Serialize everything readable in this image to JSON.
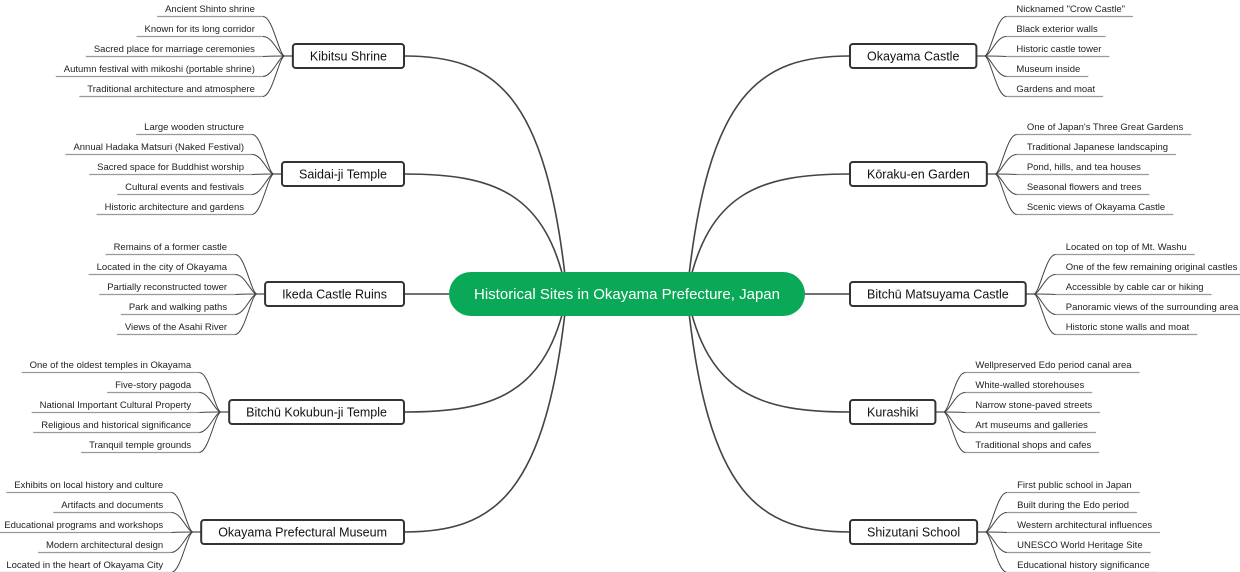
{
  "center": {
    "label": "Historical Sites in Okayama Prefecture, Japan",
    "color": "#0aa957"
  },
  "colors": {
    "line": "#444444",
    "leaf_line": "#999999",
    "box_border": "#333333"
  },
  "left": [
    {
      "label": "Kibitsu Shrine",
      "children": [
        "Ancient Shinto shrine",
        "Known for its long corridor",
        "Sacred place for marriage ceremonies",
        "Autumn festival with mikoshi (portable shrine)",
        "Traditional architecture and atmosphere"
      ]
    },
    {
      "label": "Saidai-ji Temple",
      "children": [
        "Large wooden structure",
        "Annual Hadaka Matsuri (Naked Festival)",
        "Sacred space for Buddhist worship",
        "Cultural events and festivals",
        "Historic architecture and gardens"
      ]
    },
    {
      "label": "Ikeda Castle Ruins",
      "children": [
        "Remains of a former castle",
        "Located in the city of Okayama",
        "Partially reconstructed tower",
        "Park and walking paths",
        "Views of the Asahi River"
      ]
    },
    {
      "label": "Bitchū Kokubun-ji Temple",
      "children": [
        "One of the oldest temples in Okayama",
        "Five-story pagoda",
        "National Important Cultural Property",
        "Religious and historical significance",
        "Tranquil temple grounds"
      ]
    },
    {
      "label": "Okayama Prefectural Museum",
      "children": [
        "Exhibits on local history and culture",
        "Artifacts and documents",
        "Educational programs and workshops",
        "Modern architectural design",
        "Located in the heart of Okayama City"
      ]
    }
  ],
  "right": [
    {
      "label": "Okayama Castle",
      "children": [
        "Nicknamed \"Crow Castle\"",
        "Black exterior walls",
        "Historic castle tower",
        "Museum inside",
        "Gardens and moat"
      ]
    },
    {
      "label": "Kōraku-en Garden",
      "children": [
        "One of Japan's Three Great Gardens",
        "Traditional Japanese landscaping",
        "Pond, hills, and tea houses",
        "Seasonal flowers and trees",
        "Scenic views of Okayama Castle"
      ]
    },
    {
      "label": "Bitchū Matsuyama Castle",
      "children": [
        "Located on top of Mt. Washu",
        "One of the few remaining original castles",
        "Accessible by cable car or hiking",
        "Panoramic views of the surrounding area",
        "Historic stone walls and moat"
      ]
    },
    {
      "label": "Kurashiki",
      "children": [
        "Wellpreserved Edo period canal area",
        "White-walled storehouses",
        "Narrow stone-paved streets",
        "Art museums and galleries",
        "Traditional shops and cafes"
      ]
    },
    {
      "label": "Shizutani School",
      "children": [
        "First public school in Japan",
        "Built during the Edo period",
        "Western architectural influences",
        "UNESCO World Heritage Site",
        "Educational history significance"
      ]
    }
  ]
}
